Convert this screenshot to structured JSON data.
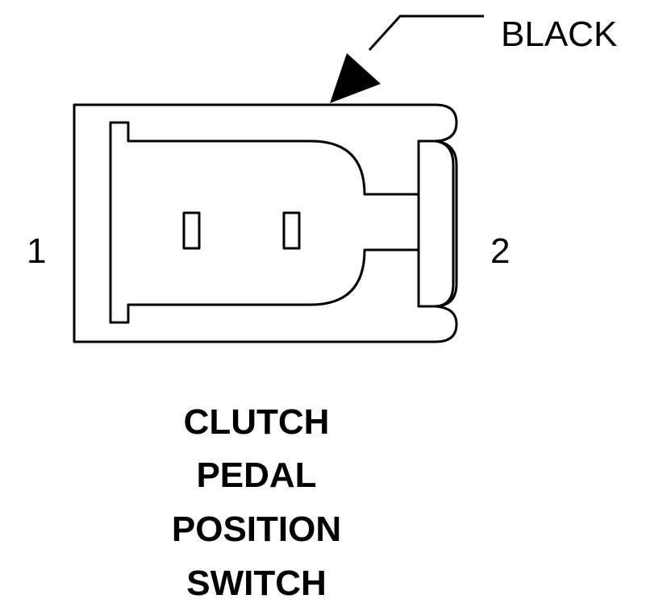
{
  "callout": {
    "color_label": "BLACK"
  },
  "pins": {
    "left": "1",
    "right": "2"
  },
  "title_lines": [
    "CLUTCH",
    "PEDAL",
    "POSITION",
    "SWITCH"
  ],
  "colors": {
    "stroke": "#000000",
    "background": "#ffffff"
  }
}
